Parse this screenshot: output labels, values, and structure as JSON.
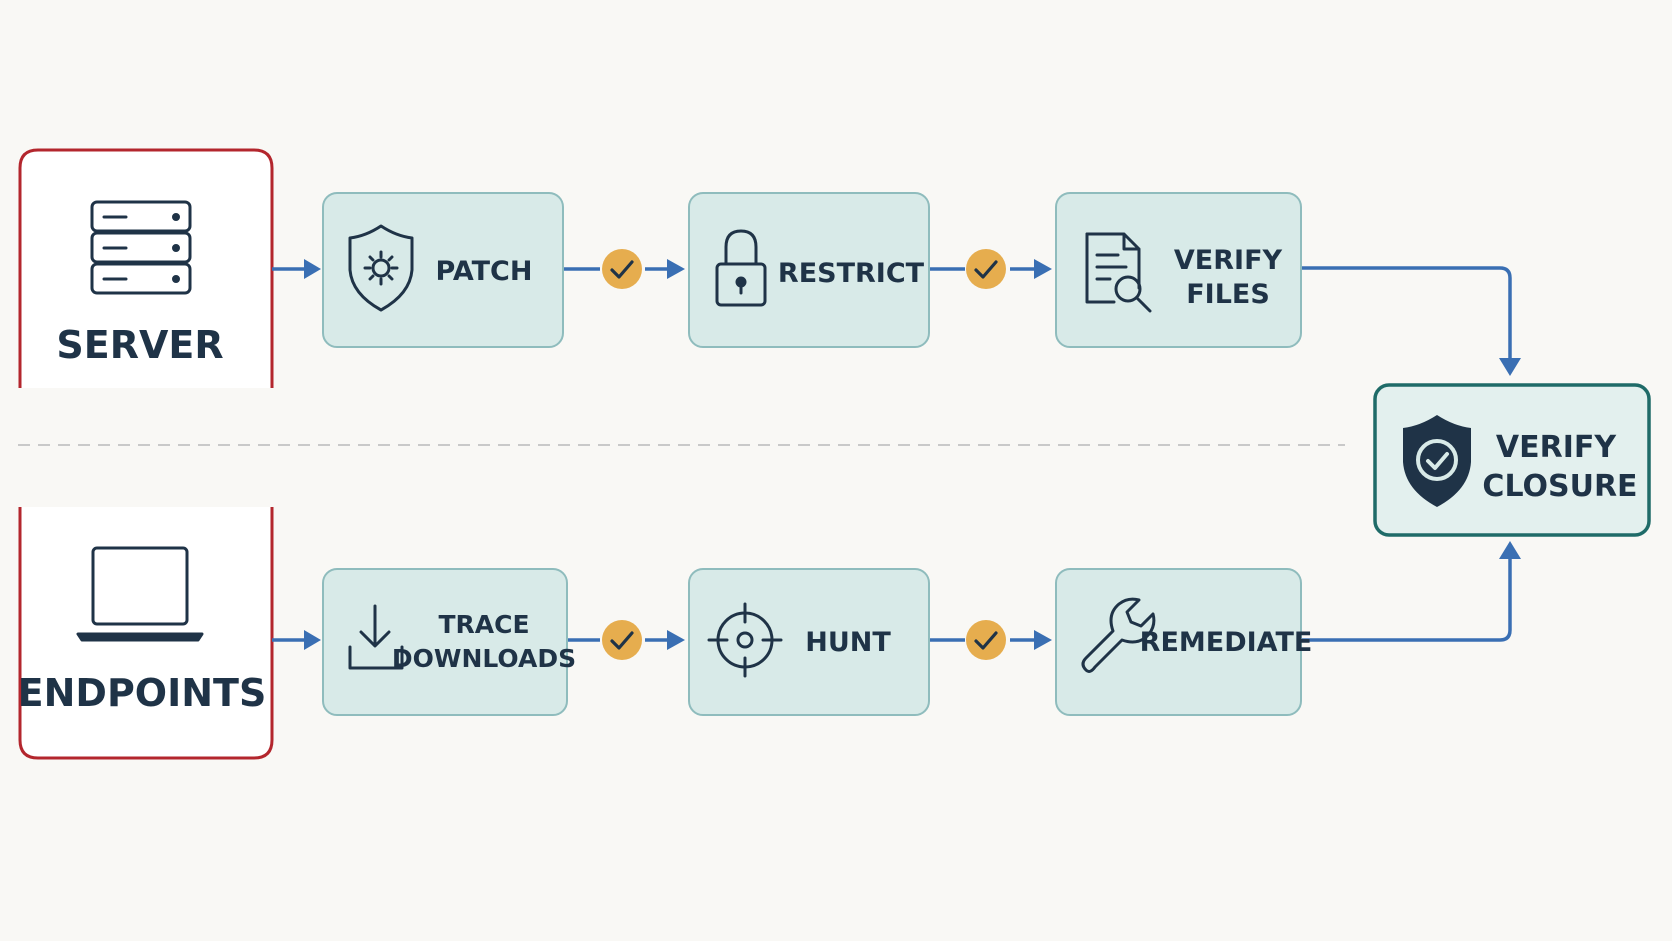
{
  "sources": {
    "server": "SERVER",
    "endpoints": "ENDPOINTS"
  },
  "server_steps": {
    "patch": "PATCH",
    "restrict": "RESTRICT",
    "verify_files": [
      "VERIFY",
      "FILES"
    ]
  },
  "endpoint_steps": {
    "trace_downloads": [
      "TRACE",
      "DOWNLOADS"
    ],
    "hunt": "HUNT",
    "remediate": "REMEDIATE"
  },
  "closure": [
    "VERIFY",
    "CLOSURE"
  ],
  "icons": {
    "server": "server-rack-icon",
    "endpoints": "laptop-icon",
    "patch": "shield-gear-icon",
    "restrict": "padlock-icon",
    "verify_files": "document-search-icon",
    "trace_downloads": "download-tray-icon",
    "hunt": "crosshair-icon",
    "remediate": "wrench-icon",
    "closure": "shield-check-icon",
    "gate": "check-badge-icon"
  },
  "colors": {
    "source_border": "#b3262d",
    "step_fill": "#d8eae8",
    "step_border": "#8fbcbd",
    "closure_border": "#1f6b68",
    "arrow": "#3a6fb3",
    "check_badge": "#e6ad4e",
    "text": "#1f3347"
  }
}
